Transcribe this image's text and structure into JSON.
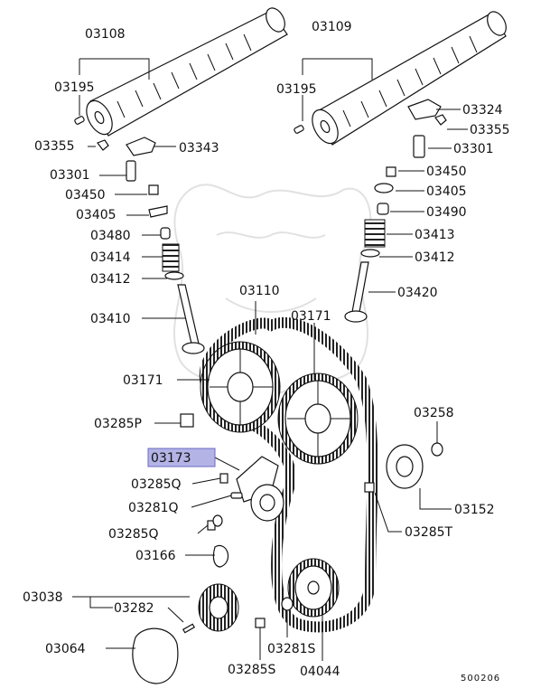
{
  "diagram_code": "500206",
  "highlighted_label": "03173",
  "labels": {
    "03108": "03108",
    "03109": "03109",
    "03195_left": "03195",
    "03195_right": "03195",
    "03355_left": "03355",
    "03343": "03343",
    "03301_left": "03301",
    "03450_left": "03450",
    "03405_left": "03405",
    "03480": "03480",
    "03414": "03414",
    "03412_left": "03412",
    "03410": "03410",
    "03324": "03324",
    "03355_right": "03355",
    "03301_right": "03301",
    "03450_right": "03450",
    "03405_right": "03405",
    "03490": "03490",
    "03413": "03413",
    "03412_right": "03412",
    "03420": "03420",
    "03110": "03110",
    "03171_top": "03171",
    "03171_left": "03171",
    "03285P": "03285P",
    "03173": "03173",
    "03285Q_top": "03285Q",
    "03281Q": "03281Q",
    "03285Q_bottom": "03285Q",
    "03166": "03166",
    "03038": "03038",
    "03282": "03282",
    "03064": "03064",
    "03281S": "03281S",
    "03285S": "03285S",
    "04044": "04044",
    "03258": "03258",
    "03152": "03152",
    "03285T": "03285T"
  }
}
